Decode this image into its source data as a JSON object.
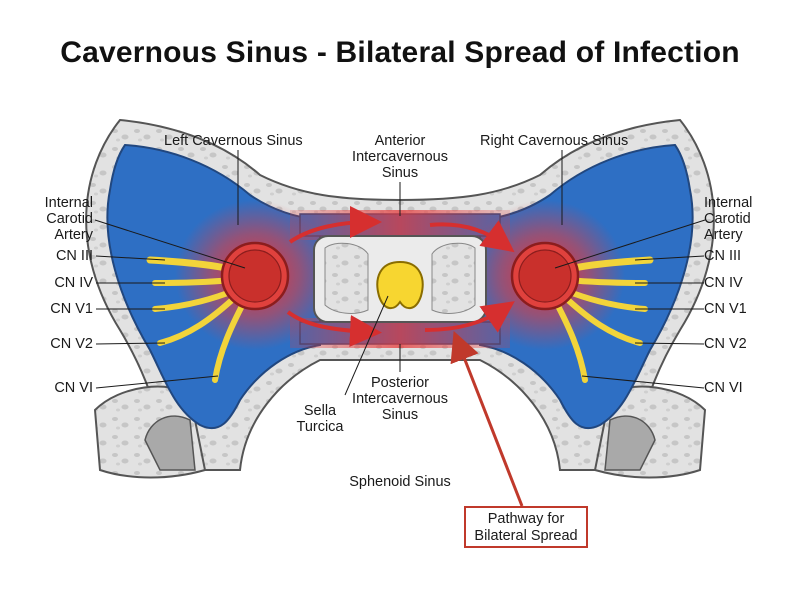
{
  "title": "Cavernous Sinus - Bilateral Spread of Infection",
  "labels": {
    "left_sinus": "Left Cavernous Sinus",
    "right_sinus": "Right Cavernous Sinus",
    "anterior": [
      "Anterior",
      "Intercavernous",
      "Sinus"
    ],
    "posterior": [
      "Posterior",
      "Intercavernous",
      "Sinus"
    ],
    "ica": [
      "Internal",
      "Carotid",
      "Artery"
    ],
    "sella": [
      "Sella",
      "Turcica"
    ],
    "sphenoid": "Sphenoid Sinus",
    "nerves": [
      "CN III",
      "CN IV",
      "CN V1",
      "CN V2",
      "CN VI"
    ],
    "callout": [
      "Pathway for",
      "Bilateral Spread"
    ]
  },
  "colors": {
    "sinus": "#2e6fc4",
    "infection": "#e03c3c",
    "nerve": "#f2d43a",
    "bone": "#e4e4e4",
    "sella": "#f7d630"
  }
}
